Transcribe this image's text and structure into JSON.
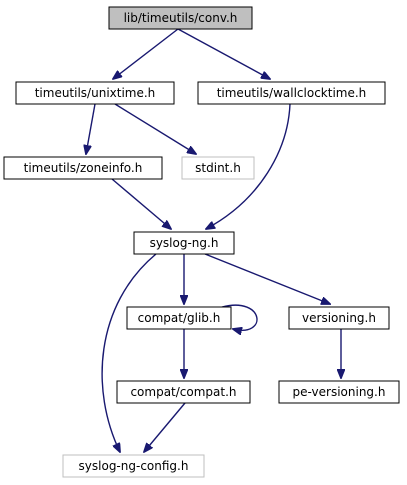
{
  "colors": {
    "edge": "#191970",
    "node_border": "#000000",
    "node_border_external": "#bfbfbf",
    "node_fill": "#ffffff",
    "node_fill_root": "#bfbfbf",
    "text": "#000000"
  },
  "nodes": [
    {
      "id": "conv",
      "label": "lib/timeutils/conv.h",
      "kind": "root"
    },
    {
      "id": "unixtime",
      "label": "timeutils/unixtime.h",
      "kind": "file"
    },
    {
      "id": "wallclocktime",
      "label": "timeutils/wallclocktime.h",
      "kind": "file"
    },
    {
      "id": "zoneinfo",
      "label": "timeutils/zoneinfo.h",
      "kind": "file"
    },
    {
      "id": "stdint",
      "label": "stdint.h",
      "kind": "external"
    },
    {
      "id": "syslogng",
      "label": "syslog-ng.h",
      "kind": "file"
    },
    {
      "id": "glib",
      "label": "compat/glib.h",
      "kind": "file"
    },
    {
      "id": "versioning",
      "label": "versioning.h",
      "kind": "file"
    },
    {
      "id": "compat",
      "label": "compat/compat.h",
      "kind": "file"
    },
    {
      "id": "peversioning",
      "label": "pe-versioning.h",
      "kind": "file"
    },
    {
      "id": "config",
      "label": "syslog-ng-config.h",
      "kind": "external"
    }
  ],
  "edges": [
    {
      "from": "conv",
      "to": "unixtime"
    },
    {
      "from": "conv",
      "to": "wallclocktime"
    },
    {
      "from": "unixtime",
      "to": "zoneinfo"
    },
    {
      "from": "unixtime",
      "to": "stdint"
    },
    {
      "from": "zoneinfo",
      "to": "syslogng"
    },
    {
      "from": "wallclocktime",
      "to": "syslogng"
    },
    {
      "from": "syslogng",
      "to": "glib"
    },
    {
      "from": "syslogng",
      "to": "versioning"
    },
    {
      "from": "syslogng",
      "to": "config"
    },
    {
      "from": "glib",
      "to": "glib"
    },
    {
      "from": "glib",
      "to": "compat"
    },
    {
      "from": "versioning",
      "to": "peversioning"
    },
    {
      "from": "compat",
      "to": "config"
    }
  ]
}
